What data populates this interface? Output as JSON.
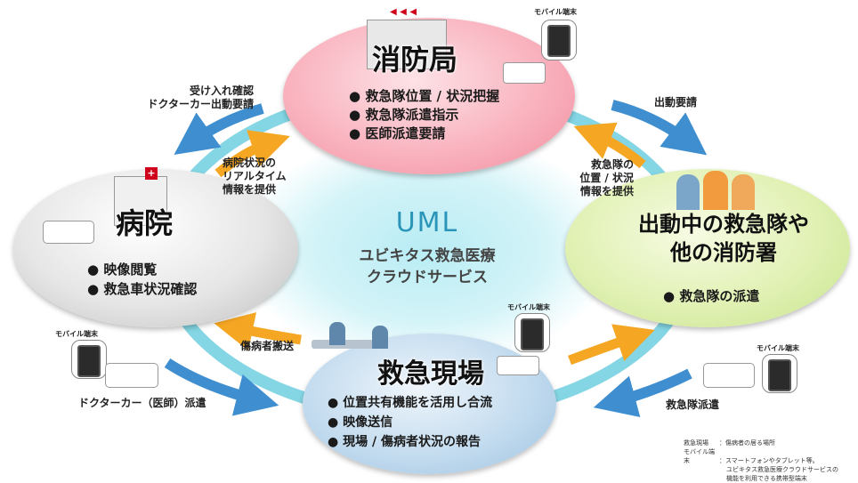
{
  "center": {
    "line1": "ユビキタス救急医療",
    "line2": "クラウドサービス"
  },
  "nodes": {
    "fire_bureau": {
      "title": "消防局",
      "bullets": [
        "救急隊位置 / 状況把握",
        "救急隊派遣指示",
        "医師派遣要請"
      ]
    },
    "hospital": {
      "title": "病院",
      "bullets": [
        "映像閲覧",
        "救急車状況確認"
      ]
    },
    "ambulance_team": {
      "title_line1": "出動中の救急隊や",
      "title_line2": "他の消防署",
      "bullets": [
        "救急隊の派遣"
      ]
    },
    "scene": {
      "title": "救急現場",
      "bullets": [
        "位置共有機能を活用し合流",
        "映像送信",
        "現場 / 傷病者状況の報告"
      ]
    }
  },
  "flows": {
    "top_left": {
      "line1": "受け入れ確認",
      "line2": "ドクターカー出動要請"
    },
    "hospital_info": {
      "line1": "病院状況の",
      "line2": "リアルタイム",
      "line3": "情報を提供"
    },
    "dispatch_request": "出動要請",
    "team_info": {
      "line1": "救急隊の",
      "line2": "位置 / 状況",
      "line3": "情報を提供"
    },
    "patient_transport": "傷病者搬送",
    "doctor_car": "ドクターカー（医師）派遣",
    "team_dispatch": "救急隊派遣"
  },
  "device_label": "モバイル端末",
  "legend": {
    "scene_term": "救急現場",
    "scene_desc": "：傷病者の居る場所",
    "mobile_term": "モバイル端末",
    "mobile_desc1": "：スマートフォンやタブレット等。",
    "mobile_desc2": "ユビキタス救急医療クラウドサービスの",
    "mobile_desc3": "機能を利用できる携帯型端末"
  },
  "colors": {
    "ring": "#6fcfdf",
    "arrow_blue": "#3f8fd0",
    "arrow_orange": "#f5a623"
  }
}
